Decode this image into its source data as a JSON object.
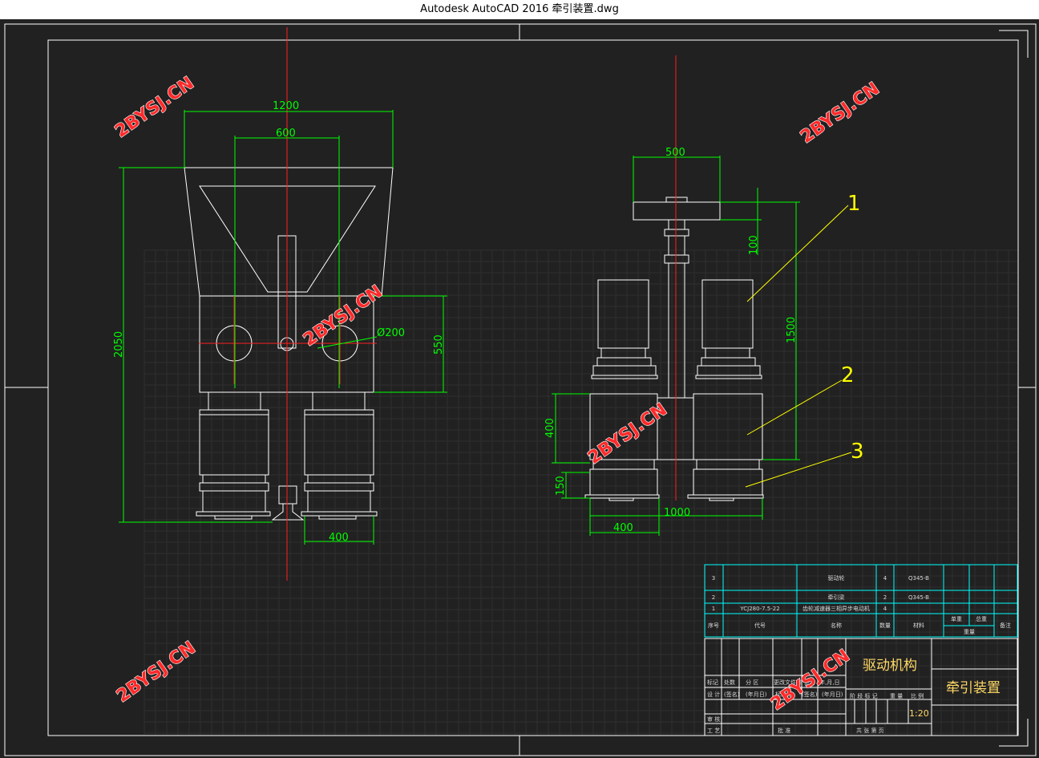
{
  "window": {
    "title": "Autodesk AutoCAD 2016     牵引装置.dwg"
  },
  "watermark": "2BYSJ.CN",
  "colors": {
    "background": "#212121",
    "dimension": "#00ff00",
    "geometry": "#ffffff",
    "centerline": "#ff2020",
    "leader": "#ffff00",
    "table": "#00ffff"
  },
  "left_view": {
    "dims": {
      "overall_width": "1200",
      "inner_width": "600",
      "height": "2050",
      "body_height": "550",
      "hole_diameter": "Ø200",
      "bottom_width": "400"
    }
  },
  "right_view": {
    "dims": {
      "top_width": "500",
      "flange": "100",
      "height": "1500",
      "motor_height": "400",
      "base_height": "150",
      "bottom_width": "400",
      "overall_width": "1000"
    },
    "balloons": [
      "1",
      "2",
      "3"
    ]
  },
  "bom": {
    "rows": [
      {
        "no": "3",
        "code": "",
        "name": "驱动轮",
        "qty": "4",
        "material": "Q345-B"
      },
      {
        "no": "2",
        "code": "",
        "name": "牵引梁",
        "qty": "2",
        "material": "Q345-B"
      },
      {
        "no": "1",
        "code": "YCJ280-7.5-22",
        "name": "齿轮减速器三相异步电动机",
        "qty": "4",
        "material": ""
      }
    ],
    "header": {
      "no": "序号",
      "code": "代号",
      "name": "名称",
      "qty": "数量",
      "material": "材料",
      "unit": "单重",
      "total": "总重",
      "weight": "重量",
      "remark": "备注"
    }
  },
  "title_block": {
    "part_name": "驱动机构",
    "assembly_name": "牵引装置",
    "scale": "1:20",
    "row_labels": [
      "标记",
      "处数",
      "分 区",
      "更改文件号",
      "签名",
      "年,月,日"
    ],
    "design_row": [
      "设 计",
      "(签名)",
      "(年月日)",
      "标准化",
      "(签名)",
      "(年月日)"
    ],
    "stage_labels": [
      "阶 段 标 记",
      "重 量",
      "比 例"
    ],
    "review": "审 核",
    "process": "工 艺",
    "approve": "批 准",
    "sheets": "共  张  第  页"
  }
}
